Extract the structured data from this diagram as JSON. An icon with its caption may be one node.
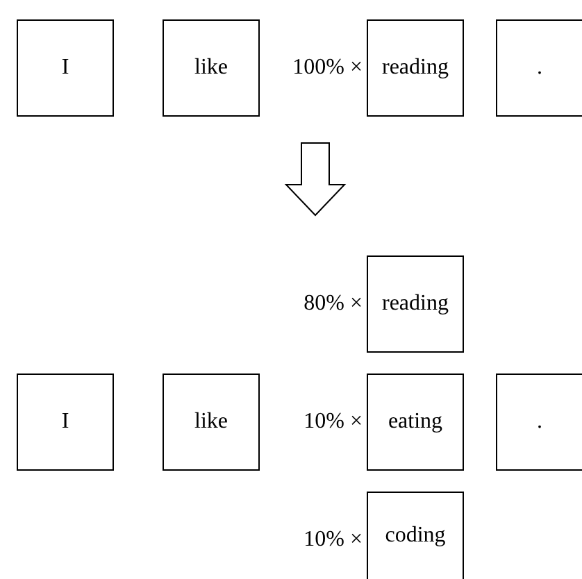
{
  "diagram": {
    "nodes": [
      {
        "text": [
          "I"
        ]
      },
      {
        "text": [
          "like"
        ]
      },
      {
        "text": [
          "reading"
        ],
        "beside": [
          "100% ×"
        ]
      },
      {
        "text": [
          "."
        ]
      },
      {
        "text": [
          "reading"
        ],
        "beside": [
          "80% ×"
        ]
      },
      {
        "text": [
          "I"
        ]
      },
      {
        "text": [
          "like"
        ]
      },
      {
        "text": [
          "eating"
        ],
        "beside": [
          "10% ×"
        ]
      },
      {
        "text": [
          "."
        ]
      },
      {
        "text": [
          "coding"
        ],
        "beside": [
          "10% ×"
        ]
      }
    ]
  }
}
